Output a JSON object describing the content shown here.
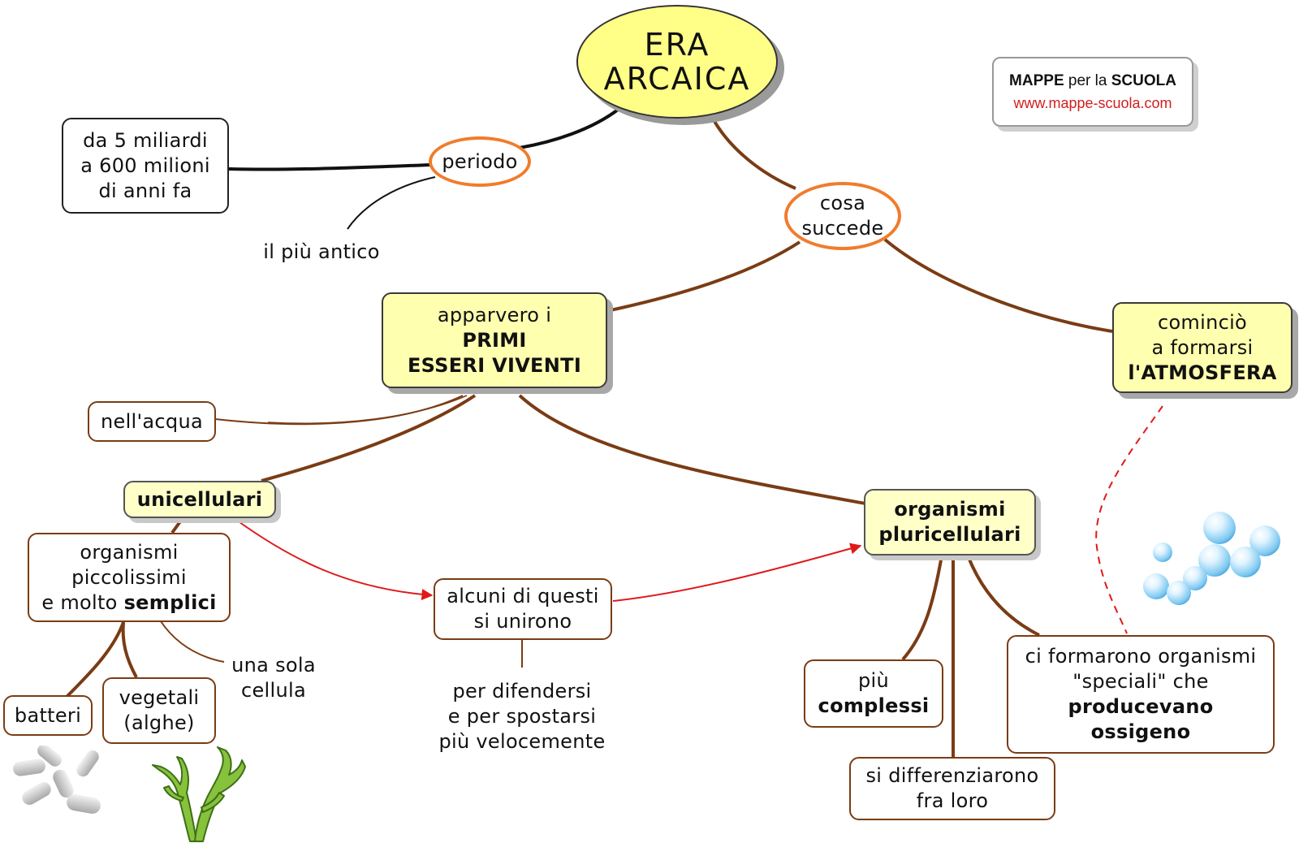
{
  "title": {
    "line1": "ERA",
    "line2": "ARCAICA"
  },
  "logo": {
    "mappe": "MAPPE",
    "per_la": "per la",
    "scuola": "SCUOLA",
    "url": "www.mappe-scuola.com"
  },
  "nodes": {
    "periodo": "periodo",
    "dates": {
      "line1": "da 5 miliardi",
      "line2": "a 600 milioni",
      "line3": "di anni fa"
    },
    "piu_antico": "il più antico",
    "cosa_succede": {
      "line1": "cosa",
      "line2": "succede"
    },
    "primi_esseri": {
      "line1": "apparvero i",
      "line2": "PRIMI",
      "line3": "ESSERI VIVENTI"
    },
    "atmosfera": {
      "line1": "cominciò",
      "line2": "a formarsi",
      "line3": "l'ATMOSFERA"
    },
    "acqua": "nell'acqua",
    "unicellulari": "unicellulari",
    "pluricellulari": {
      "line1": "organismi",
      "line2": "pluricellulari"
    },
    "piccolissimi": {
      "line1": "organismi",
      "line2": "piccolissimi",
      "line3a": "e molto ",
      "line3b": "semplici"
    },
    "unirono": {
      "line1": "alcuni di questi",
      "line2": "si unirono"
    },
    "difendersi": {
      "line1": "per difendersi",
      "line2": "e per spostarsi",
      "line3": "più velocemente"
    },
    "sola_cellula": {
      "line1": "una sola",
      "line2": "cellula"
    },
    "batteri": "batteri",
    "vegetali": {
      "line1": "vegetali",
      "line2": "(alghe)"
    },
    "complessi": {
      "line1": "più",
      "line2": "complessi"
    },
    "differenziarono": {
      "line1": "si differenziarono",
      "line2": "fra loro"
    },
    "speciali": {
      "line1": "ci formarono organismi",
      "line2": "\"speciali\" che",
      "line3": "producevano",
      "line4": "ossigeno"
    }
  },
  "colors": {
    "link_brown": "#7a3c14",
    "link_black": "#111111",
    "arrow_red": "#e01818",
    "oval_orange": "#f07c2c",
    "yellow": "#ffffb0"
  },
  "icons": [
    "bacteria-illustration",
    "algae-illustration",
    "oxygen-bubbles-illustration"
  ]
}
